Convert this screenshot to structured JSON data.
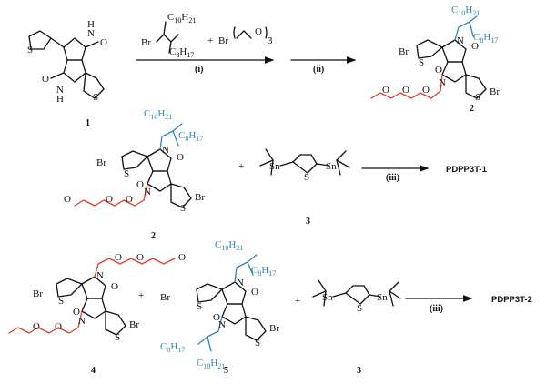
{
  "compounds": {
    "c1": {
      "label": "1"
    },
    "c2a": {
      "label": "2"
    },
    "c2b": {
      "label": "2"
    },
    "c3a": {
      "label": "3"
    },
    "c3b": {
      "label": "3"
    },
    "c4": {
      "label": "4"
    },
    "c5": {
      "label": "5"
    }
  },
  "atoms": {
    "N": "N",
    "H": "H",
    "O": "O",
    "S": "S",
    "Br": "Br",
    "Sn": "Sn"
  },
  "chains": {
    "c10": "C",
    "c10sub": "10",
    "h21": "H",
    "h21sub": "21",
    "c8": "C",
    "c8sub": "8",
    "h17": "H",
    "h17sub": "17",
    "o3sub": "3"
  },
  "conditions": {
    "step1": "(i)",
    "step2": "(ii)",
    "step3a": "(iii)",
    "step3b": "(iii)"
  },
  "plus": "+",
  "products": {
    "p1": "PDPP3T-1",
    "p2": "PDPP3T-2"
  },
  "colors": {
    "ethylene_glycol_chain": "#e03b2d",
    "alkyl_chain": "#2e86b5",
    "bonds": "#111111"
  }
}
